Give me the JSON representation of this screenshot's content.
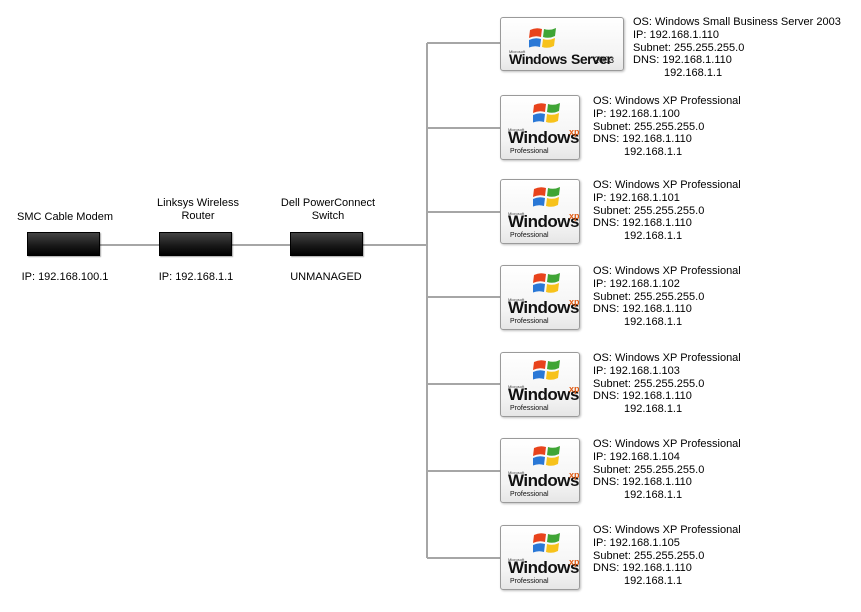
{
  "chain": [
    {
      "id": "modem",
      "name": "SMC Cable Modem",
      "sub": "IP: 192.168.100.1"
    },
    {
      "id": "router",
      "name": "Linksys Wireless Router",
      "sub": "IP: 192.168.1.1"
    },
    {
      "id": "switch",
      "name": "Dell PowerConnect Switch",
      "sub": "UNMANAGED"
    }
  ],
  "server": {
    "logo_brand": "Windows",
    "logo_brand_suffix": "Server",
    "logo_year": "2003",
    "logo_microsoft": "Microsoft",
    "os": "OS: Windows Small Business Server 2003",
    "ip": "IP: 192.168.1.110",
    "subnet": "Subnet: 255.255.255.0",
    "dns": "DNS: 192.168.1.110",
    "dns_secondary": "192.168.1.1"
  },
  "clients": [
    {
      "logo_brand": "Windows",
      "logo_xp": "xp",
      "logo_edition": "Professional",
      "logo_microsoft": "Microsoft",
      "os": "OS: Windows XP Professional",
      "ip": "IP: 192.168.1.100",
      "subnet": "Subnet: 255.255.255.0",
      "dns": "DNS: 192.168.1.110",
      "dns_secondary": "192.168.1.1"
    },
    {
      "logo_brand": "Windows",
      "logo_xp": "xp",
      "logo_edition": "Professional",
      "logo_microsoft": "Microsoft",
      "os": "OS: Windows XP Professional",
      "ip": "IP: 192.168.1.101",
      "subnet": "Subnet: 255.255.255.0",
      "dns": "DNS: 192.168.1.110",
      "dns_secondary": "192.168.1.1"
    },
    {
      "logo_brand": "Windows",
      "logo_xp": "xp",
      "logo_edition": "Professional",
      "logo_microsoft": "Microsoft",
      "os": "OS: Windows XP Professional",
      "ip": "IP: 192.168.1.102",
      "subnet": "Subnet: 255.255.255.0",
      "dns": "DNS: 192.168.1.110",
      "dns_secondary": "192.168.1.1"
    },
    {
      "logo_brand": "Windows",
      "logo_xp": "xp",
      "logo_edition": "Professional",
      "logo_microsoft": "Microsoft",
      "os": "OS: Windows XP Professional",
      "ip": "IP: 192.168.1.103",
      "subnet": "Subnet: 255.255.255.0",
      "dns": "DNS: 192.168.1.110",
      "dns_secondary": "192.168.1.1"
    },
    {
      "logo_brand": "Windows",
      "logo_xp": "xp",
      "logo_edition": "Professional",
      "logo_microsoft": "Microsoft",
      "os": "OS: Windows XP Professional",
      "ip": "IP: 192.168.1.104",
      "subnet": "Subnet: 255.255.255.0",
      "dns": "DNS: 192.168.1.110",
      "dns_secondary": "192.168.1.1"
    },
    {
      "logo_brand": "Windows",
      "logo_xp": "xp",
      "logo_edition": "Professional",
      "logo_microsoft": "Microsoft",
      "os": "OS: Windows XP Professional",
      "ip": "IP: 192.168.1.105",
      "subnet": "Subnet: 255.255.255.0",
      "dns": "DNS: 192.168.1.110",
      "dns_secondary": "192.168.1.1"
    }
  ],
  "colors": {
    "wire": "#a6a6a6",
    "flag_red": "#e8431c",
    "flag_green": "#3fa535",
    "flag_blue": "#2a78d6",
    "flag_yellow": "#f7c21b"
  }
}
